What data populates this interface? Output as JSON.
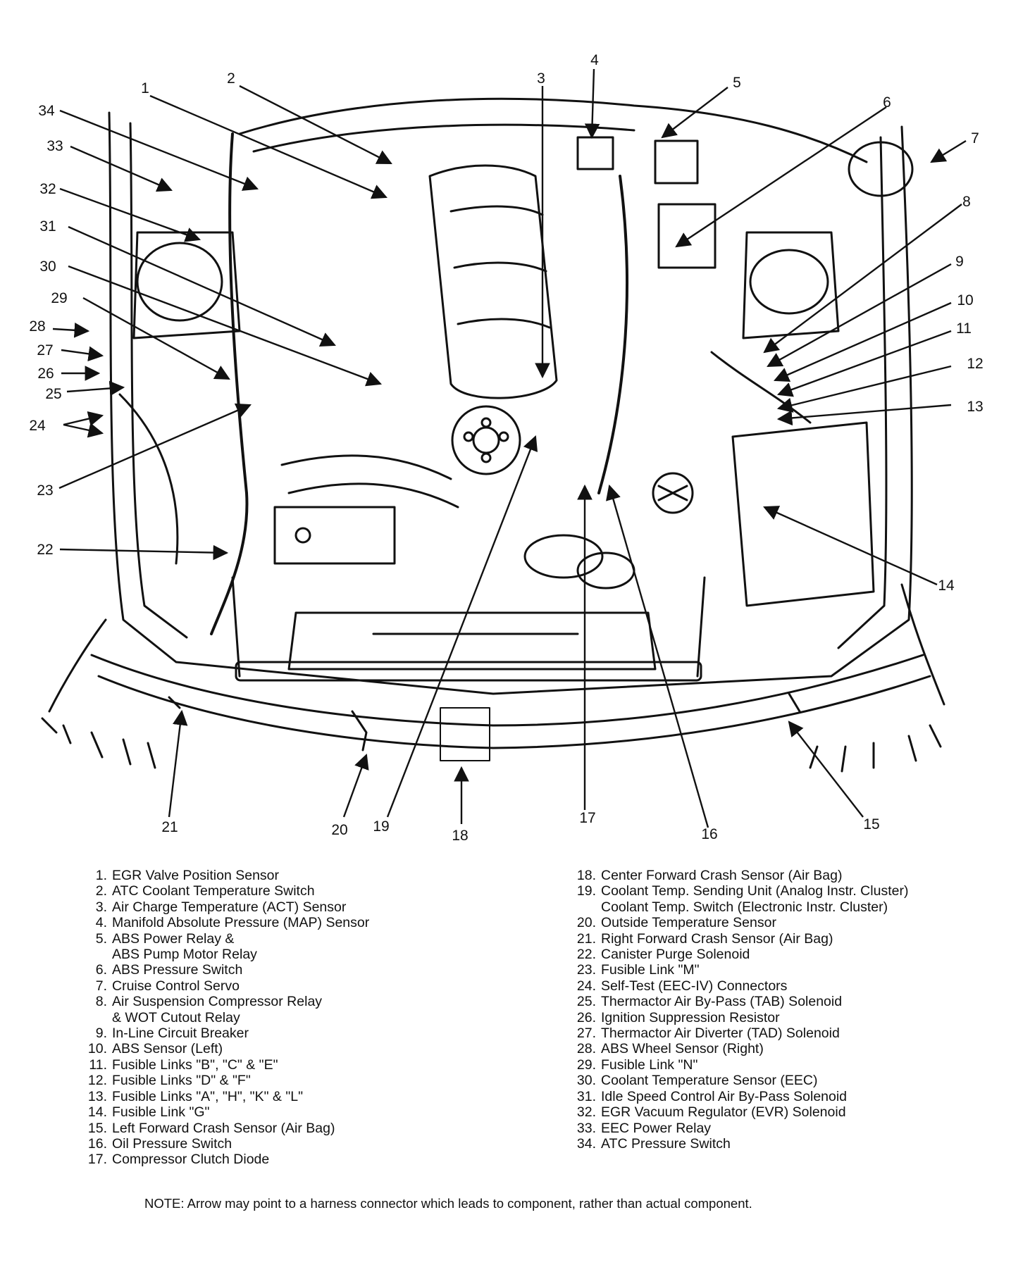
{
  "callout_numbers": [
    "1",
    "2",
    "3",
    "4",
    "5",
    "6",
    "7",
    "8",
    "9",
    "10",
    "11",
    "12",
    "13",
    "14",
    "15",
    "16",
    "17",
    "18",
    "19",
    "20",
    "21",
    "22",
    "23",
    "24",
    "25",
    "26",
    "27",
    "28",
    "29",
    "30",
    "31",
    "32",
    "33",
    "34"
  ],
  "legend_left": [
    {
      "num": "1.",
      "label": "EGR Valve Position Sensor"
    },
    {
      "num": "2.",
      "label": "ATC Coolant Temperature Switch"
    },
    {
      "num": "3.",
      "label": "Air Charge Temperature (ACT) Sensor"
    },
    {
      "num": "4.",
      "label": "Manifold Absolute Pressure (MAP) Sensor"
    },
    {
      "num": "5.",
      "label": "ABS Power Relay &"
    },
    {
      "num": "",
      "label": "ABS Pump Motor Relay"
    },
    {
      "num": "6.",
      "label": "ABS Pressure Switch"
    },
    {
      "num": "7.",
      "label": "Cruise Control Servo"
    },
    {
      "num": "8.",
      "label": "Air Suspension Compressor Relay"
    },
    {
      "num": "",
      "label": "& WOT Cutout Relay"
    },
    {
      "num": "9.",
      "label": "In-Line Circuit Breaker"
    },
    {
      "num": "10.",
      "label": "ABS Sensor (Left)"
    },
    {
      "num": "11.",
      "label": "Fusible Links \"B\", \"C\" & \"E\""
    },
    {
      "num": "12.",
      "label": "Fusible Links \"D\" & \"F\""
    },
    {
      "num": "13.",
      "label": "Fusible Links \"A\", \"H\", \"K\" & \"L\""
    },
    {
      "num": "14.",
      "label": "Fusible Link \"G\""
    },
    {
      "num": "15.",
      "label": "Left Forward Crash Sensor (Air Bag)"
    },
    {
      "num": "16.",
      "label": "Oil Pressure Switch"
    },
    {
      "num": "17.",
      "label": "Compressor Clutch Diode"
    }
  ],
  "legend_right": [
    {
      "num": "18.",
      "label": "Center Forward Crash Sensor (Air Bag)"
    },
    {
      "num": "19.",
      "label": "Coolant Temp. Sending Unit (Analog Instr. Cluster)"
    },
    {
      "num": "",
      "label": "Coolant Temp. Switch (Electronic Instr. Cluster)"
    },
    {
      "num": "20.",
      "label": "Outside Temperature Sensor"
    },
    {
      "num": "21.",
      "label": "Right Forward Crash Sensor (Air Bag)"
    },
    {
      "num": "22.",
      "label": "Canister Purge Solenoid"
    },
    {
      "num": "23.",
      "label": "Fusible Link \"M\""
    },
    {
      "num": "24.",
      "label": "Self-Test (EEC-IV) Connectors"
    },
    {
      "num": "25.",
      "label": "Thermactor Air By-Pass (TAB) Solenoid"
    },
    {
      "num": "26.",
      "label": "Ignition Suppression Resistor"
    },
    {
      "num": "27.",
      "label": "Thermactor Air Diverter (TAD) Solenoid"
    },
    {
      "num": "28.",
      "label": "ABS Wheel Sensor (Right)"
    },
    {
      "num": "29.",
      "label": "Fusible Link \"N\""
    },
    {
      "num": "30.",
      "label": "Coolant Temperature Sensor (EEC)"
    },
    {
      "num": "31.",
      "label": "Idle Speed Control Air By-Pass Solenoid"
    },
    {
      "num": "32.",
      "label": "EGR Vacuum Regulator (EVR) Solenoid"
    },
    {
      "num": "33.",
      "label": "EEC Power Relay"
    },
    {
      "num": "34.",
      "label": "ATC Pressure Switch"
    }
  ],
  "note": "NOTE: Arrow may point to a harness connector which leads to component, rather than actual component."
}
